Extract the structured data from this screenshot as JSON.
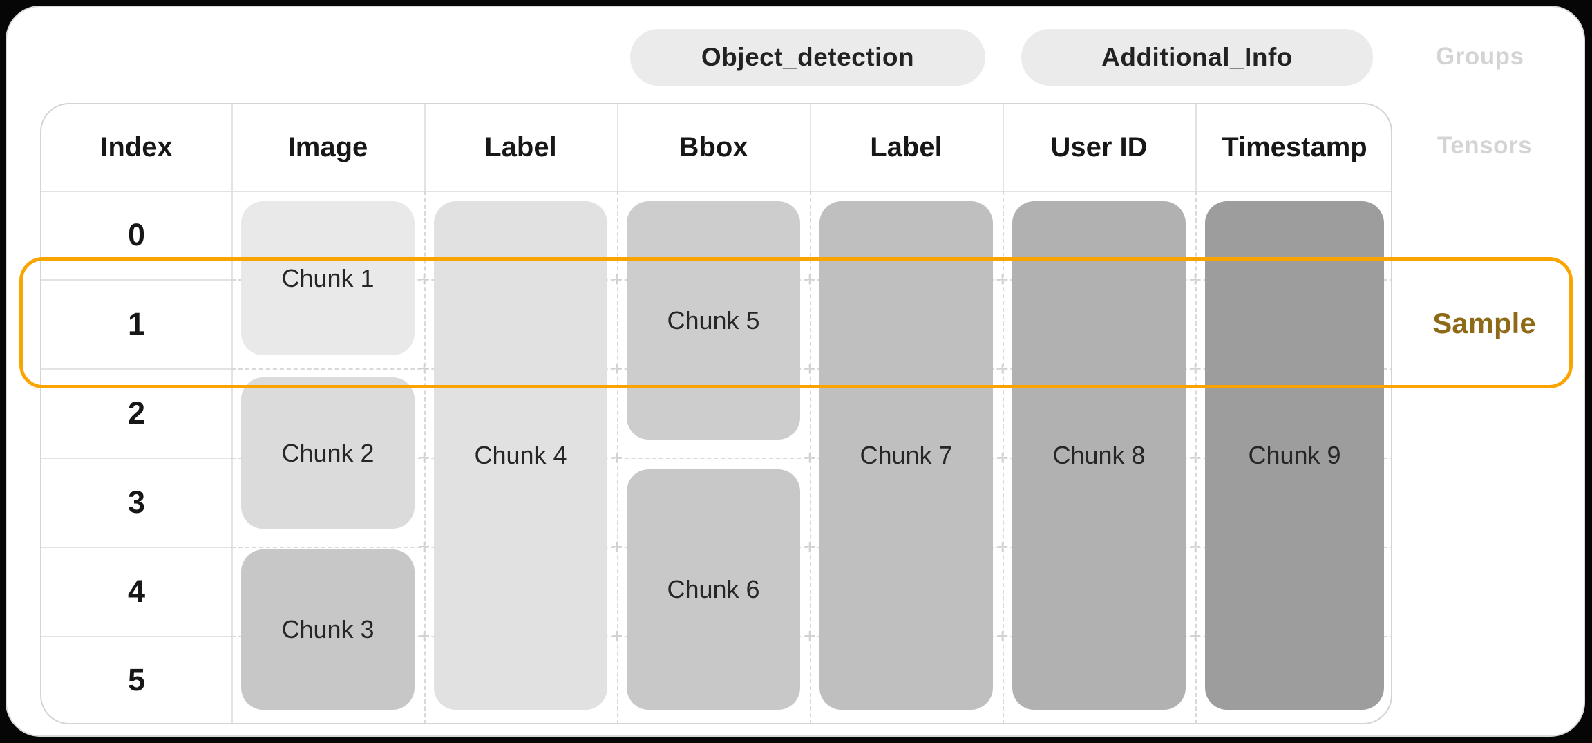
{
  "header_bar": {
    "group_pills": [
      {
        "label": "Object_detection"
      },
      {
        "label": "Additional_Info"
      }
    ],
    "groups_caption": "Groups",
    "pill_background": "#ebebeb"
  },
  "tensor_table": {
    "tensors_caption": "Tensors",
    "column_headers": [
      "Index",
      "Image",
      "Label",
      "Bbox",
      "Label",
      "User ID",
      "Timestamp"
    ],
    "index_values": [
      "0",
      "1",
      "2",
      "3",
      "4",
      "5"
    ],
    "chunks": [
      {
        "label": "Chunk 1",
        "tensor": "Image",
        "rows": "0-1",
        "color": "#e9e9e9"
      },
      {
        "label": "Chunk 2",
        "tensor": "Image",
        "rows": "2-3",
        "color": "#dbdbdb"
      },
      {
        "label": "Chunk 3",
        "tensor": "Image",
        "rows": "4-5",
        "color": "#c7c7c7"
      },
      {
        "label": "Chunk 4",
        "tensor": "Label",
        "rows": "0-5",
        "color": "#e1e1e1"
      },
      {
        "label": "Chunk 5",
        "tensor": "Bbox",
        "rows": "0-2",
        "color": "#cdcdcd"
      },
      {
        "label": "Chunk 6",
        "tensor": "Bbox",
        "rows": "3-5",
        "color": "#c8c8c8"
      },
      {
        "label": "Chunk 7",
        "tensor": "Label",
        "rows": "0-5",
        "color": "#bfbfbf"
      },
      {
        "label": "Chunk 8",
        "tensor": "User ID",
        "rows": "0-5",
        "color": "#b1b1b1"
      },
      {
        "label": "Chunk 9",
        "tensor": "Timestamp",
        "rows": "0-5",
        "color": "#9d9d9d"
      }
    ]
  },
  "sample_highlight": {
    "label": "Sample",
    "highlighted_index": "1",
    "border_color": "#f9a400",
    "label_color": "#8d6a15"
  }
}
